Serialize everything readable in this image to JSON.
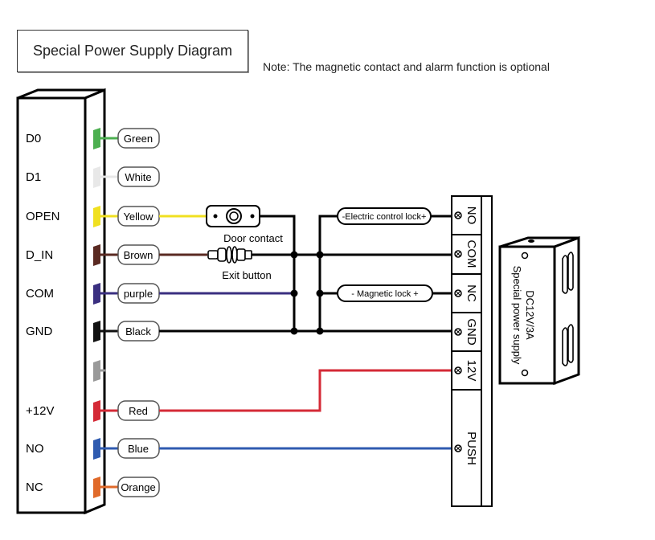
{
  "title": "Special Power Supply Diagram",
  "note": "Note: The magnetic contact and alarm function is optional",
  "controller": {
    "terminals": [
      {
        "name": "D0",
        "wire": "Green",
        "color": "#4caf50"
      },
      {
        "name": "D1",
        "wire": "White",
        "color": "#e8e8e8"
      },
      {
        "name": "OPEN",
        "wire": "Yellow",
        "color": "#f0e020"
      },
      {
        "name": "D_IN",
        "wire": "Brown",
        "color": "#5a2a22"
      },
      {
        "name": "COM",
        "wire": "purple",
        "color": "#3a2f80"
      },
      {
        "name": "GND",
        "wire": "Black",
        "color": "#111111"
      },
      {
        "name": "",
        "wire": "",
        "color": "#999999"
      },
      {
        "name": "+12V",
        "wire": "Red",
        "color": "#d42a36"
      },
      {
        "name": "NO",
        "wire": "Blue",
        "color": "#2f5bb0"
      },
      {
        "name": "NC",
        "wire": "Orange",
        "color": "#e06a2a"
      }
    ]
  },
  "components": {
    "door_contact": "Door contact",
    "exit_button": "Exit button",
    "electric_lock": "-Electric control lock+",
    "magnetic_lock": "- Magnetic lock +"
  },
  "power_block": {
    "terminals": [
      "NO",
      "COM",
      "NC",
      "GND",
      "12V",
      "PUSH"
    ]
  },
  "power_supply": {
    "rating": "DC12V/3A",
    "label": "Special power supply"
  }
}
